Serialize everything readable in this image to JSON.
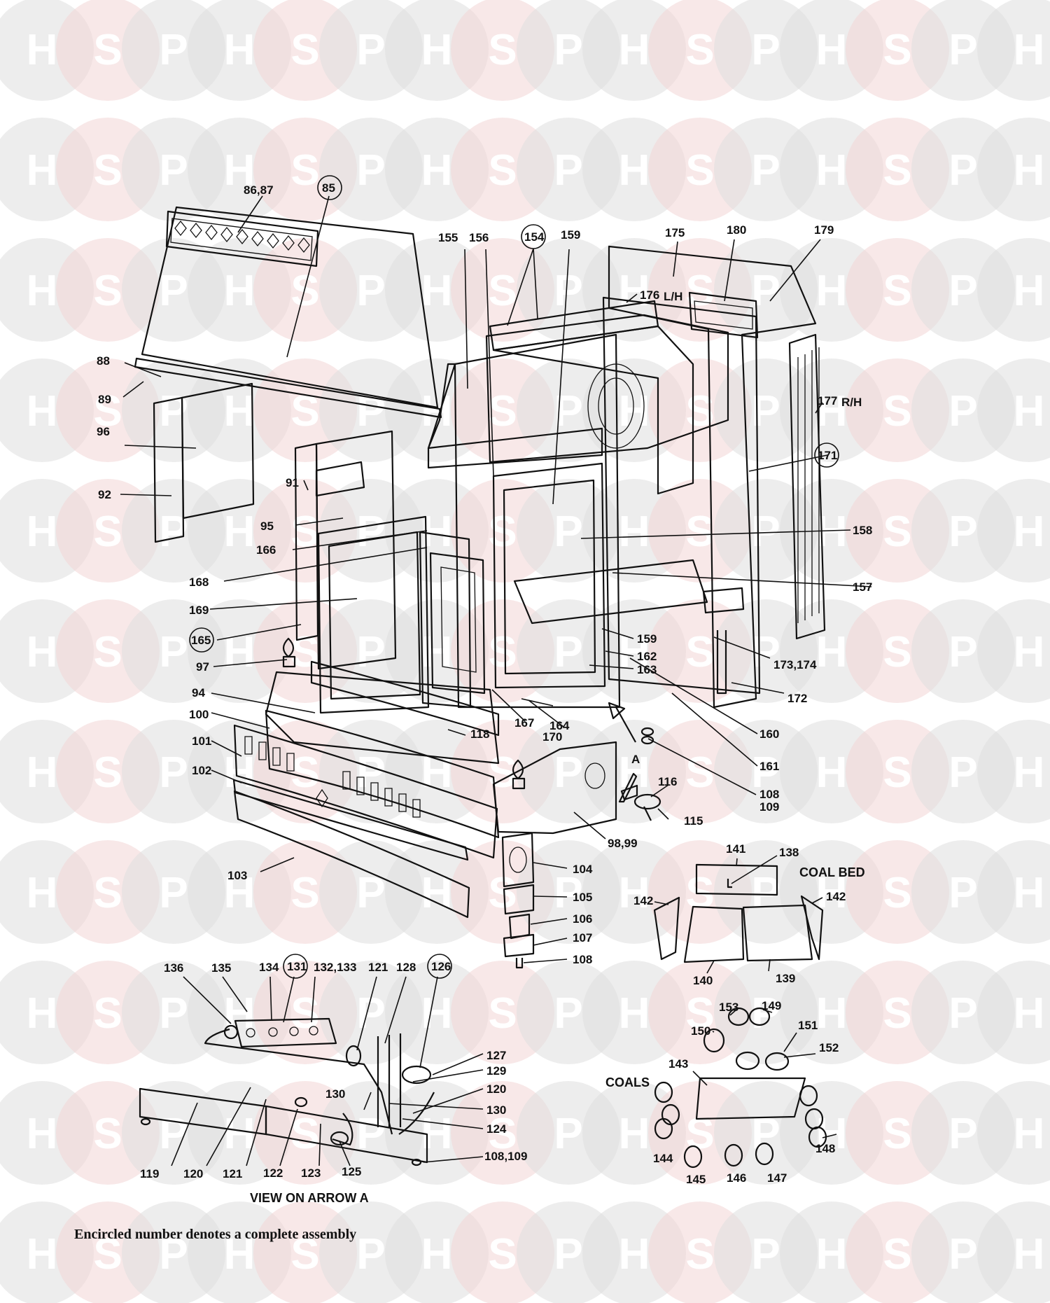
{
  "watermark": {
    "letters": [
      "H",
      "S",
      "P"
    ],
    "colors": {
      "H": "#dedede",
      "S": "#f3d6d6",
      "P": "#dedede"
    }
  },
  "labels": {
    "l86": "86,87",
    "l85": "85",
    "l88": "88",
    "l89": "89",
    "l96": "96",
    "l92": "92",
    "l91": "91",
    "l95": "95",
    "l166": "166",
    "l168": "168",
    "l169": "169",
    "l165": "165",
    "l97": "97",
    "l94": "94",
    "l100": "100",
    "l101": "101",
    "l102": "102",
    "l103": "103",
    "l155": "155",
    "l156": "156",
    "l154": "154",
    "l159a": "159",
    "l175": "175",
    "l180": "180",
    "l179": "179",
    "l176": "176",
    "l176s": "L/H",
    "l177": "177",
    "l177s": "R/H",
    "l171": "171",
    "l158": "158",
    "l157": "157",
    "l159b": "159",
    "l162": "162",
    "l163": "163",
    "l173": "173,174",
    "l172": "172",
    "l160": "160",
    "l161": "161",
    "l167": "167",
    "l170": "170",
    "l164": "164",
    "l118": "118",
    "lA": "A",
    "l108a": "108",
    "l109a": "109",
    "l116": "116",
    "l115": "115",
    "l98": "98,99",
    "l104": "104",
    "l105": "105",
    "l106": "106",
    "l107": "107",
    "l108b": "108",
    "l141": "141",
    "l138": "138",
    "lcoalbed": "COAL BED",
    "l142a": "142",
    "l142b": "142",
    "l140": "140",
    "l139": "139",
    "l153": "153",
    "l149": "149",
    "l151": "151",
    "l150": "150",
    "l152": "152",
    "l143": "143",
    "lcoals": "COALS",
    "l144": "144",
    "l148": "148",
    "l145": "145",
    "l146": "146",
    "l147": "147",
    "l136": "136",
    "l135": "135",
    "l134": "134",
    "l131": "131",
    "l132": "132,133",
    "l121a": "121",
    "l128": "128",
    "l126": "126",
    "l127": "127",
    "l129": "129",
    "l120a": "120",
    "l130a": "130",
    "l130b": "130",
    "l124": "124",
    "l119": "119",
    "l120b": "120",
    "l121b": "121",
    "l122": "122",
    "l123": "123",
    "l125": "125",
    "l108c": "108,109",
    "lview": "VIEW ON ARROW A"
  },
  "footnote": "Encircled number denotes a complete assembly"
}
